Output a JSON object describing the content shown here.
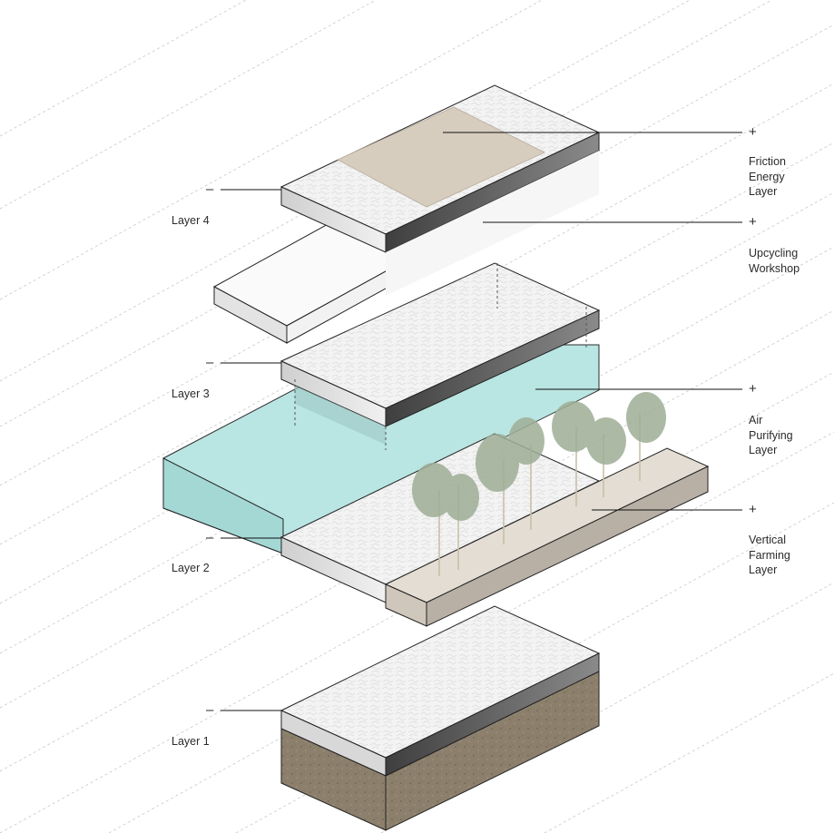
{
  "diagram": {
    "left_labels": [
      {
        "id": "layer-4",
        "text": "Layer 4",
        "sign": "–"
      },
      {
        "id": "layer-3",
        "text": "Layer 3",
        "sign": "–"
      },
      {
        "id": "layer-2",
        "text": "Layer 2",
        "sign": "–"
      },
      {
        "id": "layer-1",
        "text": "Layer 1",
        "sign": "–"
      }
    ],
    "right_labels": [
      {
        "id": "friction-energy",
        "sign": "+",
        "lines": [
          "Friction",
          "Energy",
          "Layer"
        ]
      },
      {
        "id": "upcycling-workshop",
        "sign": "+",
        "lines": [
          "Upcycling",
          "Workshop"
        ]
      },
      {
        "id": "air-purifying",
        "sign": "+",
        "lines": [
          "Air",
          "Purifying",
          "Layer"
        ]
      },
      {
        "id": "vertical-farming",
        "sign": "+",
        "lines": [
          "Vertical",
          "Farming",
          "Layer"
        ]
      }
    ],
    "colors": {
      "slab_top": "#f2f2f2",
      "slab_side_dark": "#5a5a5a",
      "glass": "#b3e3e0",
      "soil": "#8b7e6c",
      "planter": "#d9d2c8",
      "friction_pad": "#d4cbbd",
      "workshop": "#f7f7f7",
      "foliage": "#9aab92"
    }
  }
}
